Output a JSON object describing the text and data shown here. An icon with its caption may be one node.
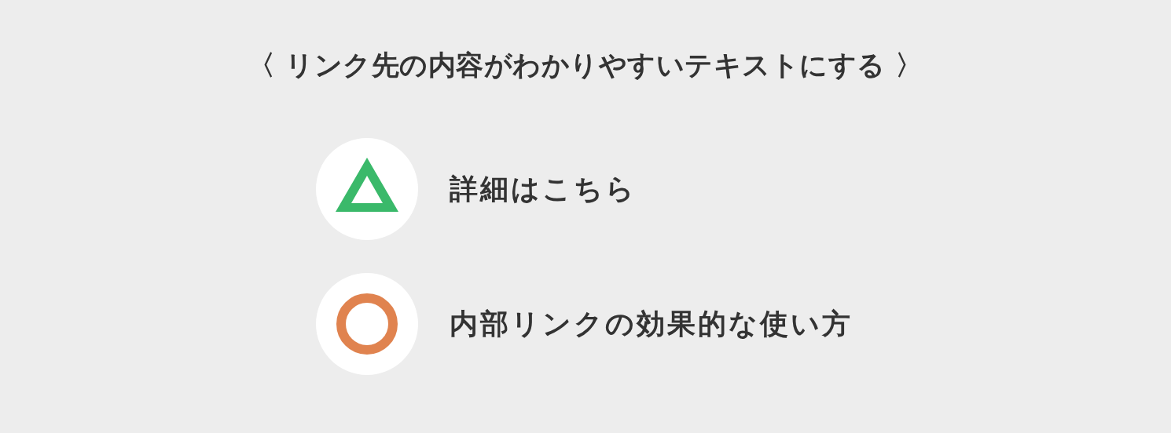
{
  "diagram": {
    "title": "〈 リンク先の内容がわかりやすいテキストにする 〉",
    "labels": [
      "詳細はこちら",
      "内部リンクの効果的な使い方"
    ]
  }
}
